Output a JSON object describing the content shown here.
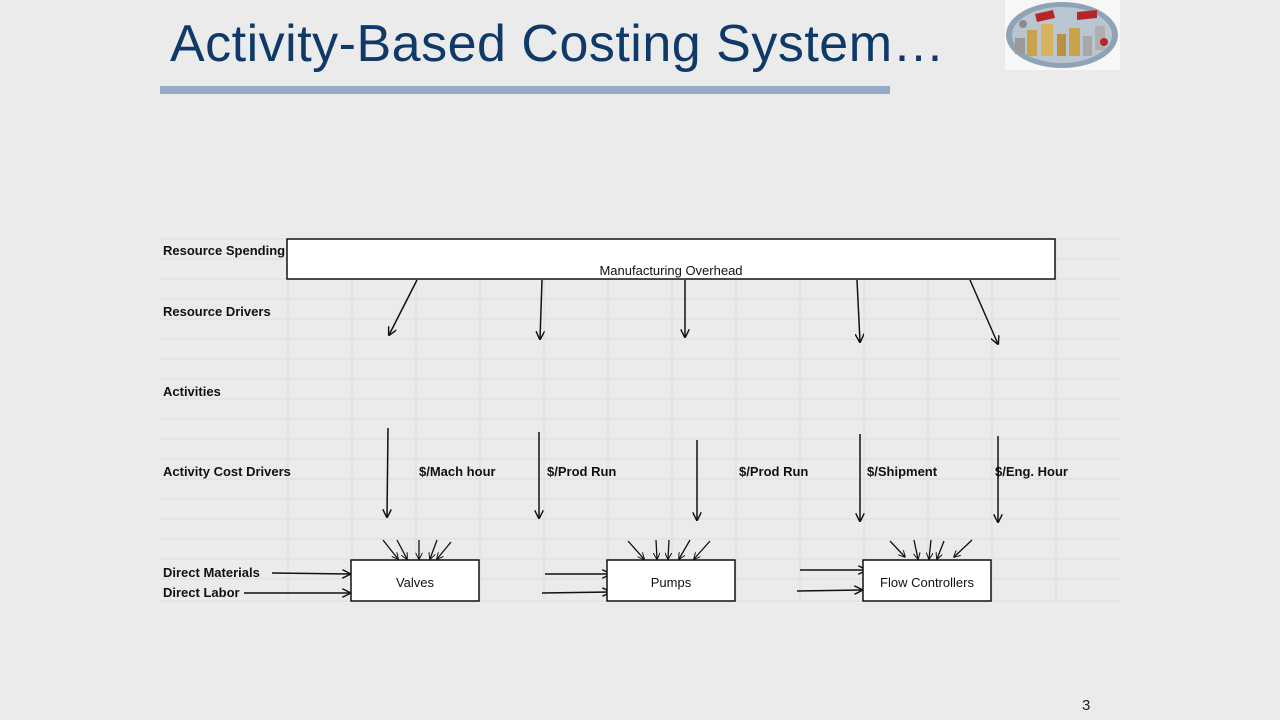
{
  "slide": {
    "title": "Activity-Based Costing System…",
    "page_number": "3"
  },
  "diagram": {
    "row_labels": {
      "resource_spending": "Resource Spending",
      "resource_drivers": "Resource Drivers",
      "activities": "Activities",
      "activity_cost_drivers": "Activity Cost Drivers",
      "direct_materials": "Direct Materials",
      "direct_labor": "Direct Labor"
    },
    "overhead_box": "Manufacturing Overhead",
    "cost_drivers": [
      "$/Mach hour",
      "$/Prod Run",
      "$/Prod Run",
      "$/Shipment",
      "$/Eng. Hour"
    ],
    "products": [
      "Valves",
      "Pumps",
      "Flow Controllers"
    ]
  }
}
